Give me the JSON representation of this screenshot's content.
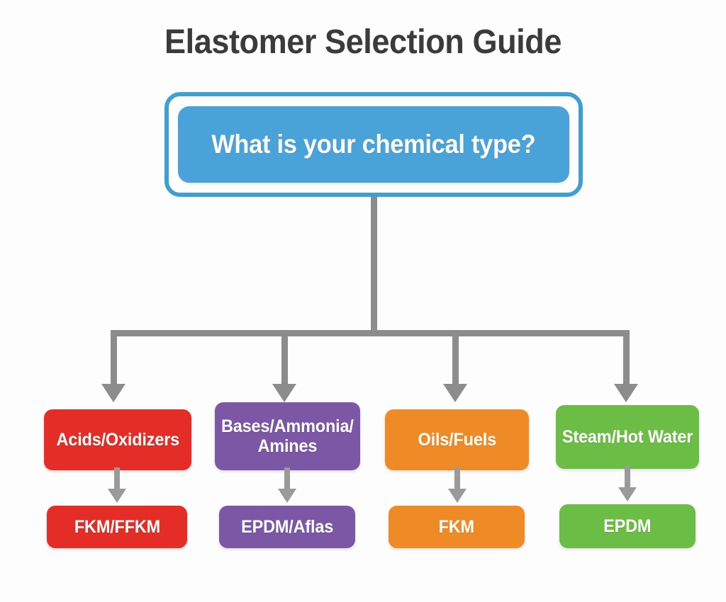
{
  "page": {
    "title": "Elastomer Selection Guide",
    "background_color": "#fdfdfd",
    "title_color": "#3b3b3b",
    "connector_color": "#8c8c8c"
  },
  "root": {
    "question": "What is your chemical type?",
    "color": "#4aa3d8",
    "border_color": "#3f9fd5",
    "text_color": "#ffffff"
  },
  "branches": [
    {
      "id": "acids",
      "category": "Acids/Oxidizers",
      "material": "FKM/FFKM",
      "color": "#e32d26",
      "color_name": "red"
    },
    {
      "id": "bases",
      "category_line1": "Bases/Ammonia/",
      "category_line2": "Amines",
      "category": "Bases/Ammonia/ Amines",
      "material": "EPDM/Aflas",
      "color": "#7b57a6",
      "color_name": "purple"
    },
    {
      "id": "oils",
      "category": "Oils/Fuels",
      "material": "FKM",
      "color": "#ef8b26",
      "color_name": "orange"
    },
    {
      "id": "steam",
      "category": "Steam/Hot Water",
      "material": "EPDM",
      "color": "#6cbd45",
      "color_name": "green"
    }
  ]
}
